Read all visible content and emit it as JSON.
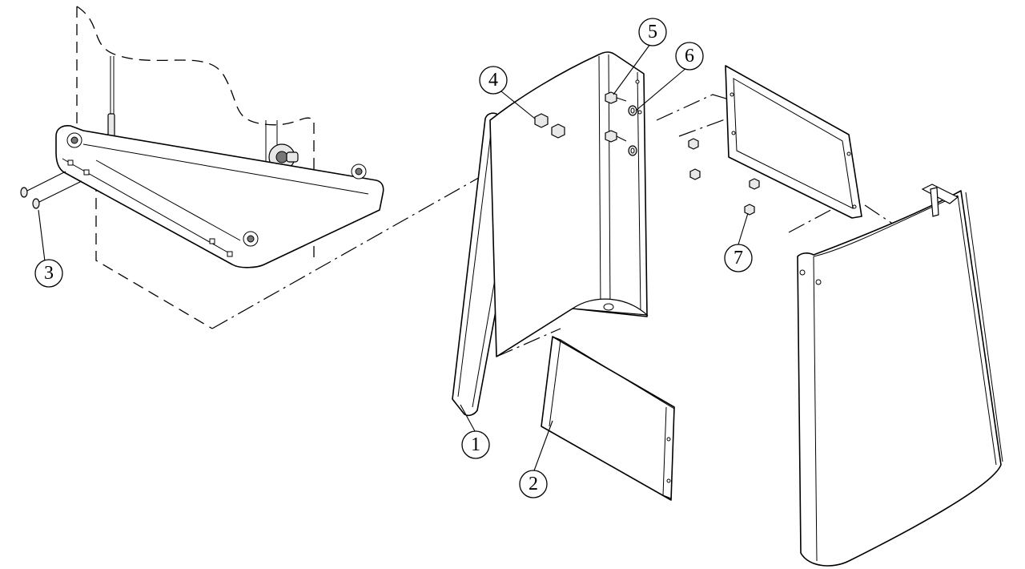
{
  "callouts": [
    {
      "id": "callout-1",
      "number": "1"
    },
    {
      "id": "callout-2",
      "number": "2"
    },
    {
      "id": "callout-3",
      "number": "3"
    },
    {
      "id": "callout-4",
      "number": "4"
    },
    {
      "id": "callout-5",
      "number": "5"
    },
    {
      "id": "callout-6",
      "number": "6"
    },
    {
      "id": "callout-7",
      "number": "7"
    }
  ]
}
